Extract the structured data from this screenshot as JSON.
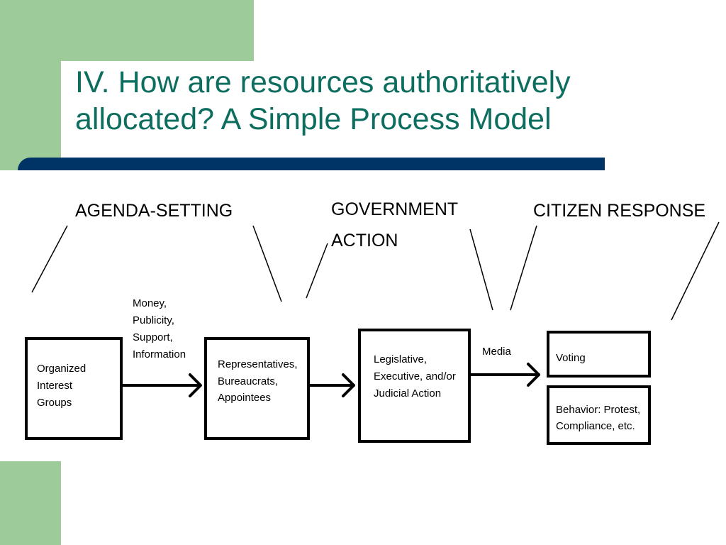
{
  "slide": {
    "title_line1": "IV. How are resources authoritatively",
    "title_line2": "allocated?  A Simple Process Model",
    "colors": {
      "title": "#0d6e60",
      "accent_green": "#9ecb9a",
      "bar": "#003366"
    }
  },
  "diagram": {
    "stages": {
      "agenda": "AGENDA-SETTING",
      "government_line1": "GOVERNMENT",
      "government_line2": "ACTION",
      "citizen": "CITIZEN RESPONSE"
    },
    "boxes": {
      "groups": [
        "Organized",
        "Interest",
        "Groups"
      ],
      "officials": [
        "Representatives,",
        "Bureaucrats,",
        "Appointees"
      ],
      "action": [
        "Legislative,",
        "Executive, and/or",
        "Judicial Action"
      ],
      "voting": [
        "Voting"
      ],
      "behavior": [
        "Behavior: Protest,",
        "Compliance, etc."
      ]
    },
    "inputs": [
      "Money,",
      "Publicity,",
      "Support,",
      "Information"
    ],
    "media": "Media"
  }
}
